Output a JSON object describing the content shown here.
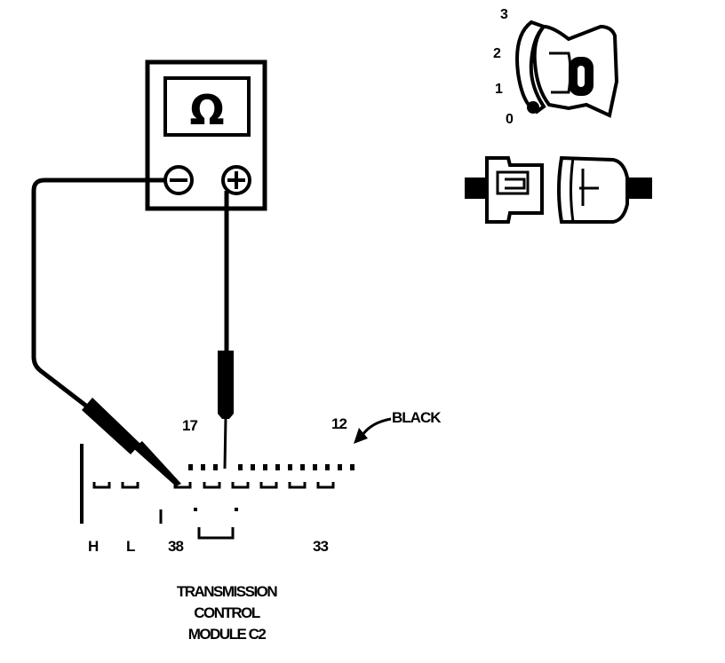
{
  "meter": {
    "display_symbol": "Ω",
    "negative_symbol": "⊖",
    "positive_symbol": "⊕"
  },
  "ignition": {
    "positions": [
      "3",
      "2",
      "1",
      "0"
    ]
  },
  "connector": {
    "pin_top_left": "17",
    "pin_top_right": "12",
    "color_label": "BLACK",
    "bottom_labels": [
      "H",
      "L",
      "38",
      "33"
    ]
  },
  "caption": {
    "lines": [
      "TRANSMISSION",
      "CONTROL",
      "MODULE C2"
    ]
  }
}
